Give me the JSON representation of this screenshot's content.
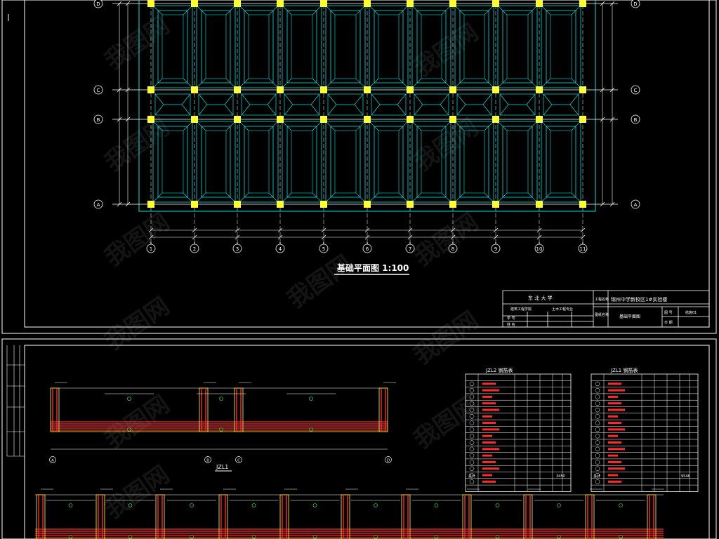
{
  "sheet1": {
    "plan_title": "基础平面图 1:100",
    "row_axes": [
      "D",
      "C",
      "B",
      "A"
    ],
    "col_axes": [
      "1",
      "2",
      "3",
      "4",
      "5",
      "6",
      "7",
      "8",
      "9",
      "10",
      "11"
    ],
    "title_block": {
      "school": "东 北 大 学",
      "project_label": "工程名称",
      "project_name": "锦州中学新校区1#实验楼",
      "drawing_label": "图纸名称",
      "drawing_name": "基础平面图",
      "dept": "建筑工程学院",
      "major": "土木工程专业",
      "row_a": "学 号",
      "row_b": "姓 名",
      "sheet_no_label": "图 号",
      "sheet_no": "结施01",
      "date_label": "日 期"
    }
  },
  "sheet2": {
    "beam_label": "JZL1",
    "table1": {
      "title": "JZL2 钢筋表",
      "rows": 16,
      "total_label": "总计",
      "total": "3450"
    },
    "table2": {
      "title": "JZL1 钢筋表",
      "rows": 16,
      "total_label": "总计",
      "total": "9546"
    }
  },
  "watermark": "我图网",
  "colors": {
    "grid": "#ffffff",
    "footing": "#00e5e5",
    "column": "#ffff33",
    "rebar": "#ff2a2a",
    "axis": "#33ff33"
  }
}
